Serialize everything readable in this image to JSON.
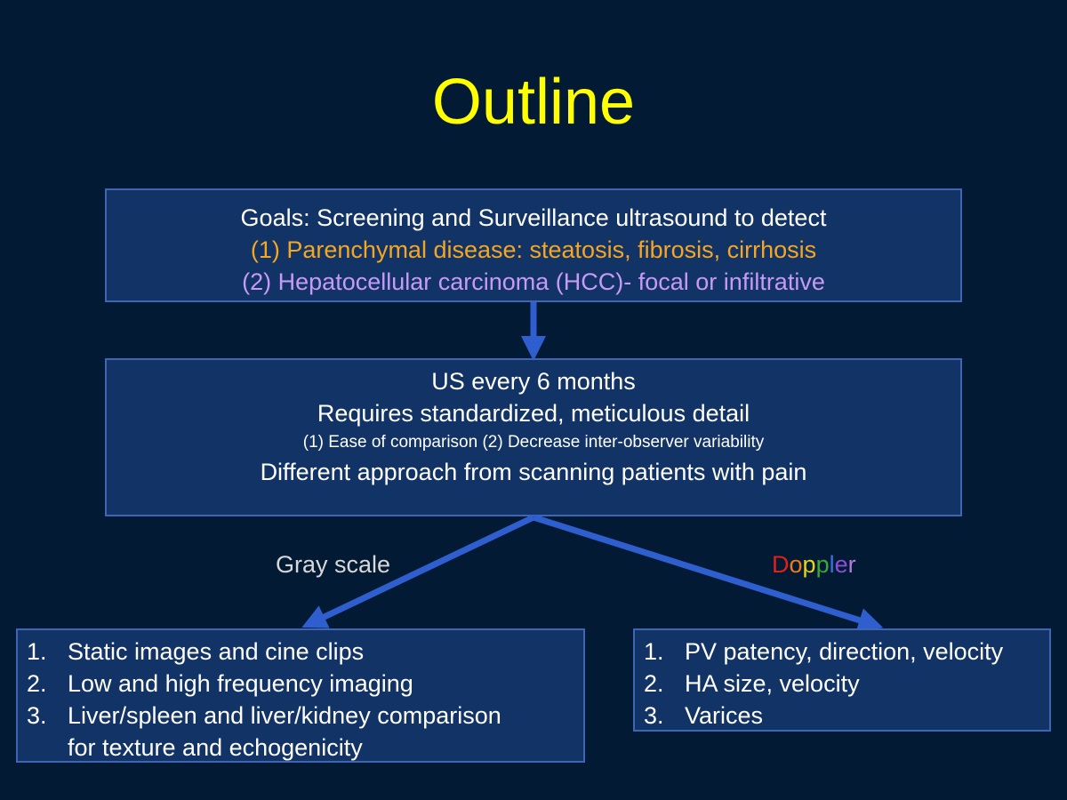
{
  "title": "Outline",
  "goals": {
    "line1": "Goals: Screening and Surveillance ultrasound to detect",
    "line2": "(1) Parenchymal disease: steatosis, fibrosis, cirrhosis",
    "line3": "(2) Hepatocellular carcinoma (HCC)- focal or infiltrative"
  },
  "us_box": {
    "line1": "US every 6 months",
    "line2": "Requires standardized, meticulous detail",
    "line3": "(1) Ease of comparison (2) Decrease inter-observer variability",
    "line4": "Different approach from scanning patients with pain"
  },
  "gray_scale": {
    "label": "Gray scale",
    "items": [
      {
        "num": "1.",
        "text": "Static images and cine clips"
      },
      {
        "num": "2.",
        "text": "Low and high frequency imaging"
      },
      {
        "num": "3.",
        "text": "Liver/spleen and liver/kidney comparison",
        "text2": "for texture and echogenicity"
      }
    ]
  },
  "doppler": {
    "label_letters": [
      {
        "ch": "D",
        "color": "#e0201b"
      },
      {
        "ch": "o",
        "color": "#f07a1a"
      },
      {
        "ch": "p",
        "color": "#e8d21c"
      },
      {
        "ch": "p",
        "color": "#3aa83a"
      },
      {
        "ch": "l",
        "color": "#3a6fe0"
      },
      {
        "ch": "e",
        "color": "#8a4fd8"
      },
      {
        "ch": "r",
        "color": "#b07ae0"
      }
    ],
    "items": [
      {
        "num": "1.",
        "text": "PV patency, direction, velocity"
      },
      {
        "num": "2.",
        "text": "HA size, velocity"
      },
      {
        "num": "3.",
        "text": "Varices"
      }
    ]
  },
  "colors": {
    "background": "#021a33",
    "box_fill": "#123366",
    "box_border": "#3e66b4",
    "arrow": "#2f5fcf",
    "title": "#ffff00",
    "goal1": "#f5a623",
    "goal2": "#c79af5"
  }
}
